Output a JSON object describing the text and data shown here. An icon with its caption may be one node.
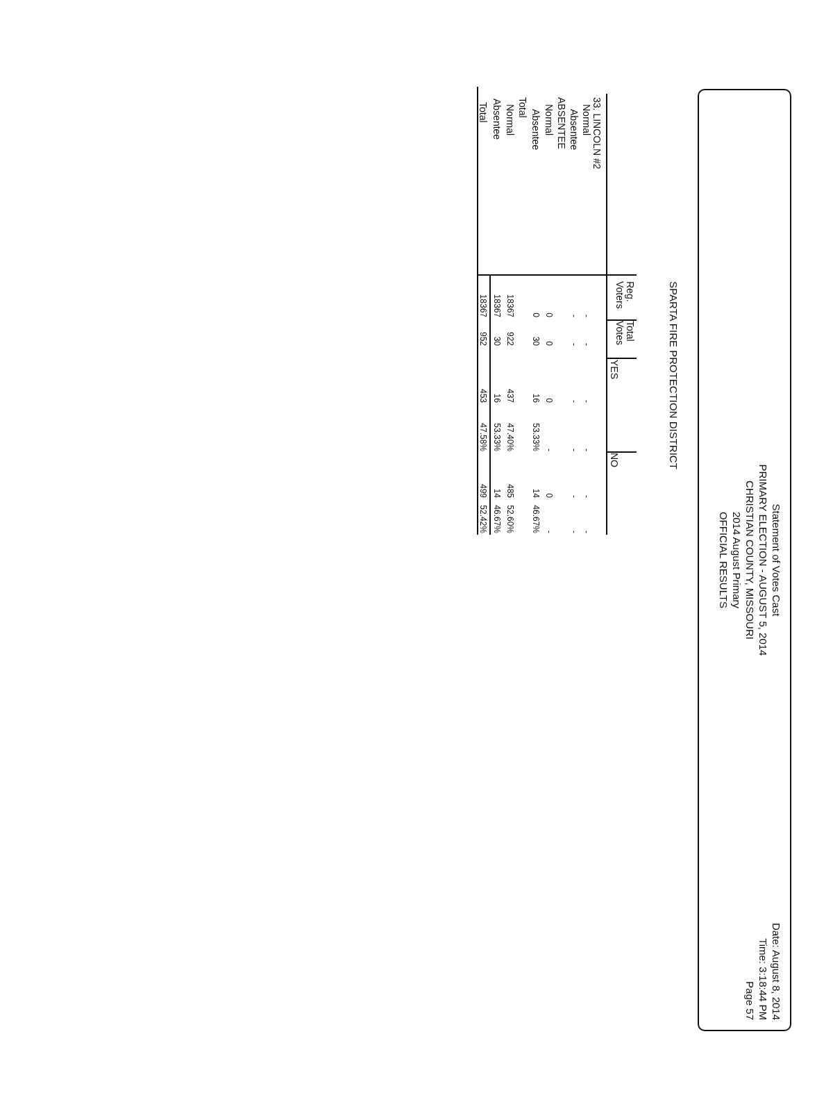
{
  "diagram": {
    "labels": [
      "Statement of Votes Cast",
      "PRIMARY ELECTION - AUGUST 5, 2014",
      "CHRISTIAN COUNTY, MISSOURI",
      "2014 August Primary",
      "OFFICIAL RESULTS",
      "Date: August 8, 2014",
      "Time: 3:18:44 PM",
      "Page 57",
      "SPARTA FIRE PROTECTION DISTRICT",
      "Reg. Voters",
      "Total Votes",
      "YES",
      "NO",
      "33. LINCOLN #2",
      "Normal",
      "-",
      "-",
      "-",
      "-",
      "-",
      "-",
      "Absentee",
      "-",
      "-",
      "-",
      "-",
      "-",
      "-",
      "ABSENTEE",
      "Normal",
      "0",
      "0",
      "0",
      "-",
      "0",
      "-",
      "Absentee",
      "0",
      "30",
      "16",
      "53.33%",
      "14",
      "46.67%",
      "Total",
      "Normal",
      "18367",
      "922",
      "437",
      "47.40%",
      "485",
      "52.60%",
      "Absentee",
      "18367",
      "30",
      "16",
      "53.33%",
      "14",
      "46.67%",
      "Total",
      "18367",
      "952",
      "453",
      "47.58%",
      "499",
      "52.42%"
    ]
  }
}
